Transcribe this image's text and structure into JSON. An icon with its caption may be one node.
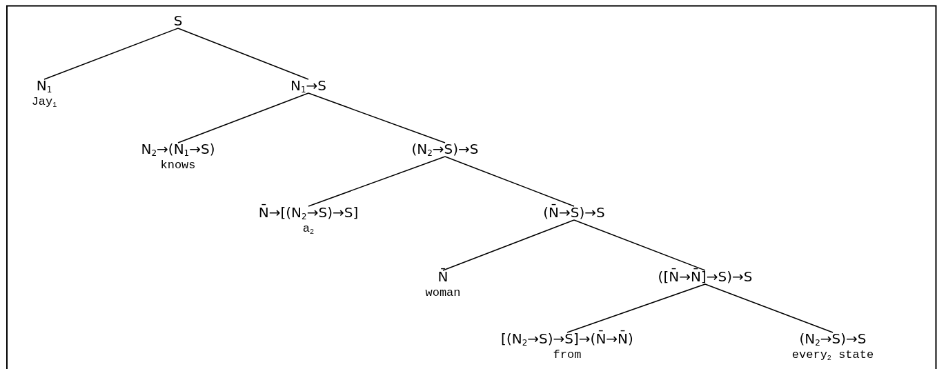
{
  "diagram": {
    "nodes": [
      {
        "text": [
          "S"
        ]
      },
      {
        "text": [
          "N$_{1}$",
          "Jay$_{1}$"
        ]
      },
      {
        "text": [
          "N$_{1}$→S"
        ]
      },
      {
        "text": [
          "N$_{2}$→(N$_{1}$→S)",
          "knows"
        ]
      },
      {
        "text": [
          "(N$_{2}$→S)→S"
        ]
      },
      {
        "text": [
          "N̄→[(N$_{2}$→S)→S]",
          "a$_{2}$"
        ]
      },
      {
        "text": [
          "(N̄→S)→S"
        ]
      },
      {
        "text": [
          "N̄",
          "woman"
        ]
      },
      {
        "text": [
          "([N̄→N̄]→S)→S"
        ]
      },
      {
        "text": [
          "[(N$_{2}$→S)→S]→(N̄→N̄)",
          "from"
        ]
      },
      {
        "text": [
          "(N$_{2}$→S)→S",
          "every$_{2}$ state"
        ]
      }
    ],
    "edges": [
      {
        "from": 0,
        "to": 1,
        "arrow": "none"
      },
      {
        "from": 0,
        "to": 2,
        "arrow": "none"
      },
      {
        "from": 2,
        "to": 3,
        "arrow": "none"
      },
      {
        "from": 2,
        "to": 4,
        "arrow": "none"
      },
      {
        "from": 4,
        "to": 5,
        "arrow": "none"
      },
      {
        "from": 4,
        "to": 6,
        "arrow": "none"
      },
      {
        "from": 6,
        "to": 7,
        "arrow": "none"
      },
      {
        "from": 6,
        "to": 8,
        "arrow": "none"
      },
      {
        "from": 8,
        "to": 9,
        "arrow": "none"
      },
      {
        "from": 8,
        "to": 10,
        "arrow": "none"
      }
    ]
  }
}
